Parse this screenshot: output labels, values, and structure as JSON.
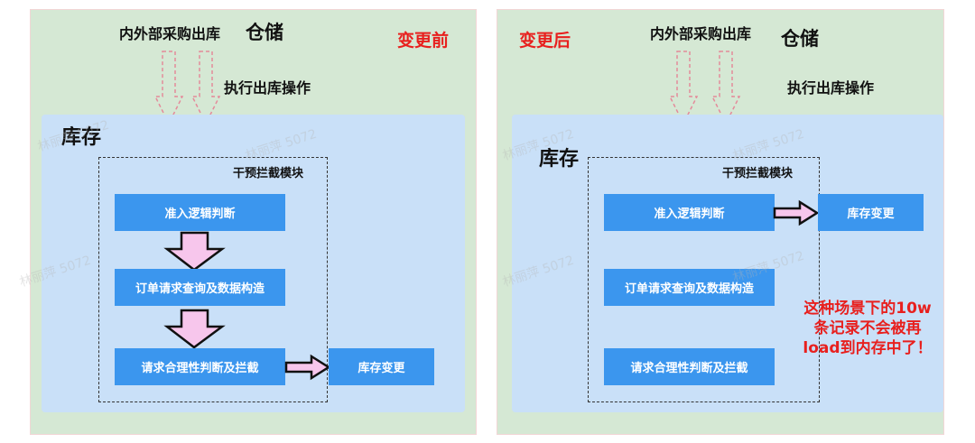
{
  "before": {
    "tag": "变更前",
    "source_label": "内外部采购出库",
    "warehouse_label": "仓储",
    "operation_label": "执行出库操作",
    "inventory_label": "库存",
    "module_title": "干预拦截模块",
    "steps": [
      {
        "label": "准入逻辑判断"
      },
      {
        "label": "订单请求查询及数据构造"
      },
      {
        "label": "请求合理性判断及拦截"
      }
    ],
    "result_label": "库存变更"
  },
  "after": {
    "tag": "变更后",
    "source_label": "内外部采购出库",
    "warehouse_label": "仓储",
    "operation_label": "执行出库操作",
    "inventory_label": "库存",
    "module_title": "干预拦截模块",
    "steps": [
      {
        "label": "准入逻辑判断"
      },
      {
        "label": "订单请求查询及数据构造"
      },
      {
        "label": "请求合理性判断及拦截"
      }
    ],
    "result_label": "库存变更",
    "note_lines": [
      "这种场景下的10w",
      "条记录不会被再",
      "load到内存中了！"
    ]
  },
  "watermark": "林丽萍 5072",
  "colors": {
    "outer_bg": "#d5e8d4",
    "inventory_bg": "#c9e0f8",
    "step_bg": "#3b96ee",
    "arrow_fill": "#f7c6ec",
    "highlight_red": "#e8201e",
    "dashed_arrow": "#e48a9a"
  }
}
